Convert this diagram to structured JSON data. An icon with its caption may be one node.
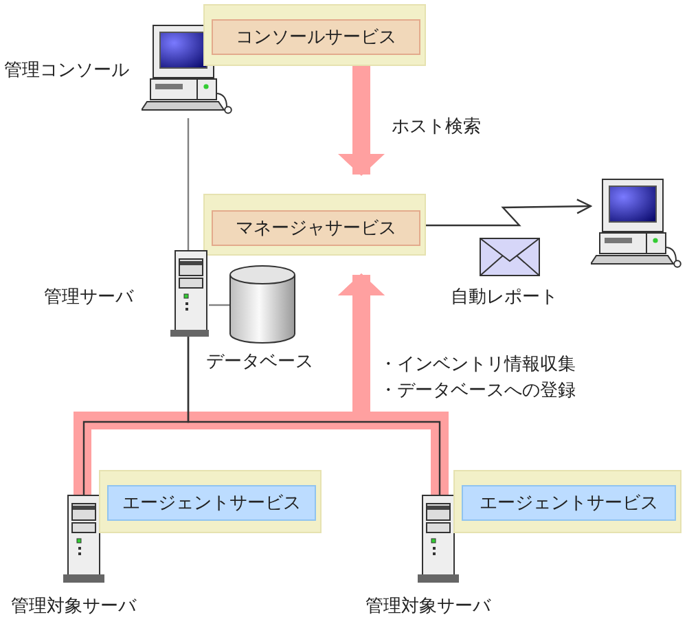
{
  "diagram": {
    "nodes": [
      {
        "text": [],
        "shape": "picture",
        "beside": [
          "管理コンソール"
        ]
      },
      {
        "text": [],
        "shape": "box"
      },
      {
        "text": [
          "コンソールサービス"
        ],
        "in": 1
      },
      {
        "text": [],
        "shape": "box"
      },
      {
        "text": [
          "マネージャサービス"
        ],
        "in": 3
      },
      {
        "text": [],
        "shape": "picture"
      },
      {
        "text": [],
        "shape": "picture",
        "beside": [
          "管理サーバ"
        ]
      },
      {
        "text": [],
        "shape": "cylinder",
        "beside": [
          "データベース"
        ]
      },
      {
        "text": [],
        "shape": "picture",
        "beside": [
          "管理対象サーバ"
        ]
      },
      {
        "text": [],
        "shape": "box"
      },
      {
        "text": [
          "エージェントサービス"
        ],
        "in": 9
      },
      {
        "text": [],
        "shape": "picture",
        "beside": [
          "管理対象サーバ"
        ]
      },
      {
        "text": [],
        "shape": "box"
      },
      {
        "text": [
          "エージェントサービス"
        ],
        "in": 12
      }
    ],
    "edges": [
      {
        "from": 1,
        "to": 3,
        "arrow": "to",
        "label": "ホスト検索",
        "style": "thick",
        "color": "#ffa0a0"
      },
      {
        "from": 8,
        "to": 3,
        "arrow": "to",
        "style": "thick",
        "color": "#ffa0a0"
      },
      {
        "from": 11,
        "to": 3,
        "arrow": "to",
        "style": "thick",
        "color": "#ffa0a0"
      },
      {
        "from": 3,
        "to": 5,
        "arrow": "to",
        "label": "自動レポート",
        "color": "#333333"
      },
      {
        "from": 0,
        "to": 6,
        "arrow": "none",
        "color": "#808080"
      },
      {
        "from": 6,
        "to": 7,
        "arrow": "none",
        "color": "#808080"
      },
      {
        "from": 6,
        "to": 8,
        "arrow": "none",
        "color": "#333333"
      },
      {
        "from": 6,
        "to": 11,
        "arrow": "none",
        "color": "#333333"
      }
    ],
    "labels": [
      "・インベントリ情報収集",
      "・データベースへの登録"
    ]
  }
}
